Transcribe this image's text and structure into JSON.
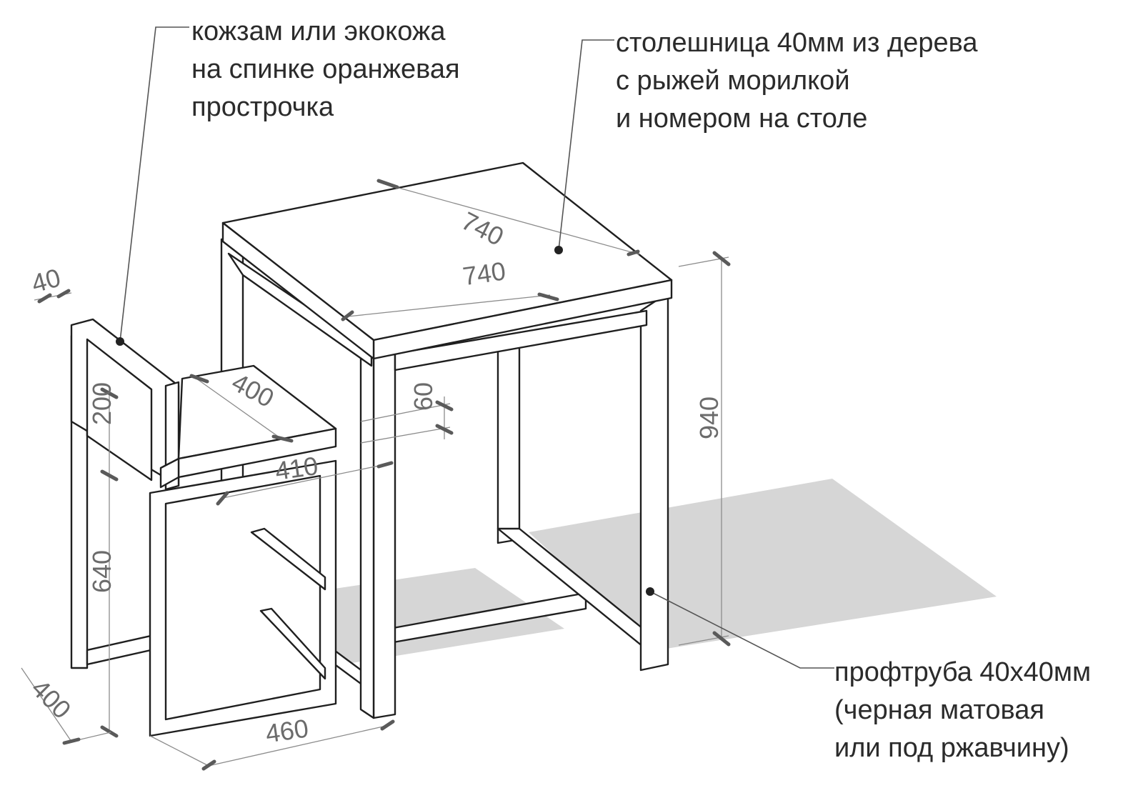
{
  "notes": {
    "upholstery": [
      "кожзам или экокожа",
      "на спинке оранжевая",
      "прострочка"
    ],
    "tabletop": [
      "столешница 40мм из дерева",
      "с рыжей морилкой",
      "и номером на столе"
    ],
    "frame": [
      "профтруба 40х40мм",
      "(черная матовая",
      "или под ржавчину)"
    ]
  },
  "dimensions": {
    "table_width": "740",
    "table_depth": "740",
    "table_height": "940",
    "stool_backrest_thickness": "40",
    "stool_seat_depth": "400",
    "stool_seat_width": "410",
    "stool_backrest_height": "200",
    "stool_seat_height": "640",
    "stool_frame_depth": "400",
    "stool_frame_width": "460",
    "stool_seat_thickness": "60"
  }
}
